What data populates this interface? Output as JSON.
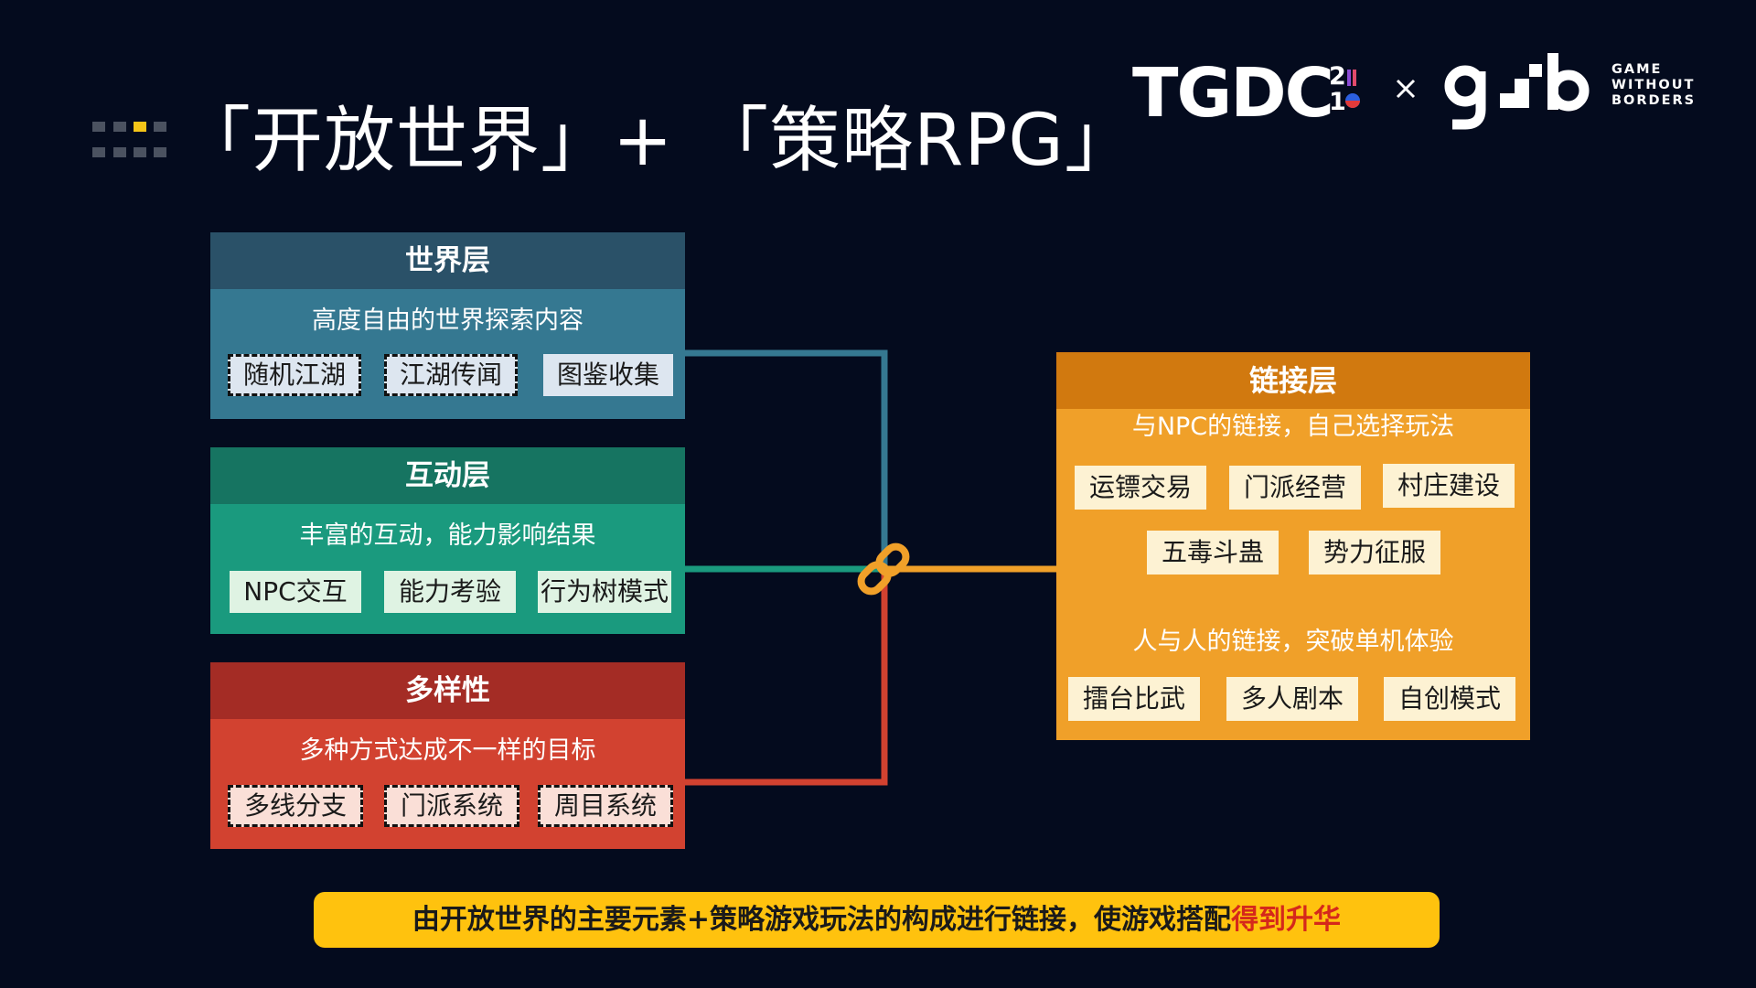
{
  "slide": {
    "title": "「开放世界」+ 「策略RPG」",
    "background": "#040b1e"
  },
  "logos": {
    "tgdc_text": "TGDC",
    "tgdc_year_top": "2",
    "tgdc_year_bottom": "1",
    "times": "×",
    "gwb_line1": "GAME",
    "gwb_line2": "WITHOUT",
    "gwb_line3": "BORDERS"
  },
  "layers": {
    "world": {
      "title": "世界层",
      "subtitle": "高度自由的世界探索内容",
      "tags": [
        "随机江湖",
        "江湖传闻",
        "图鉴收集"
      ],
      "color": "#357891"
    },
    "interaction": {
      "title": "互动层",
      "subtitle": "丰富的互动，能力影响结果",
      "tags": [
        "NPC交互",
        "能力考验",
        "行为树模式"
      ],
      "color": "#1a9a7e"
    },
    "diversity": {
      "title": "多样性",
      "subtitle": "多种方式达成不一样的目标",
      "tags": [
        "多线分支",
        "门派系统",
        "周目系统"
      ],
      "color": "#d24230"
    }
  },
  "link_layer": {
    "title": "链接层",
    "npc_subtitle": "与NPC的链接，自己选择玩法",
    "npc_tags": [
      "运镖交易",
      "门派经营",
      "村庄建设",
      "五毒斗蛊",
      "势力征服"
    ],
    "pvp_subtitle": "人与人的链接，突破单机体验",
    "pvp_tags": [
      "擂台比武",
      "多人剧本",
      "自创模式"
    ],
    "color": "#f0a029"
  },
  "banner": {
    "text_main": "由开放世界的主要元素+策略游戏玩法的构成进行链接，使游戏搭配",
    "text_highlight": "得到升华",
    "color": "#ffc20e",
    "highlight_color": "#d5281b"
  }
}
